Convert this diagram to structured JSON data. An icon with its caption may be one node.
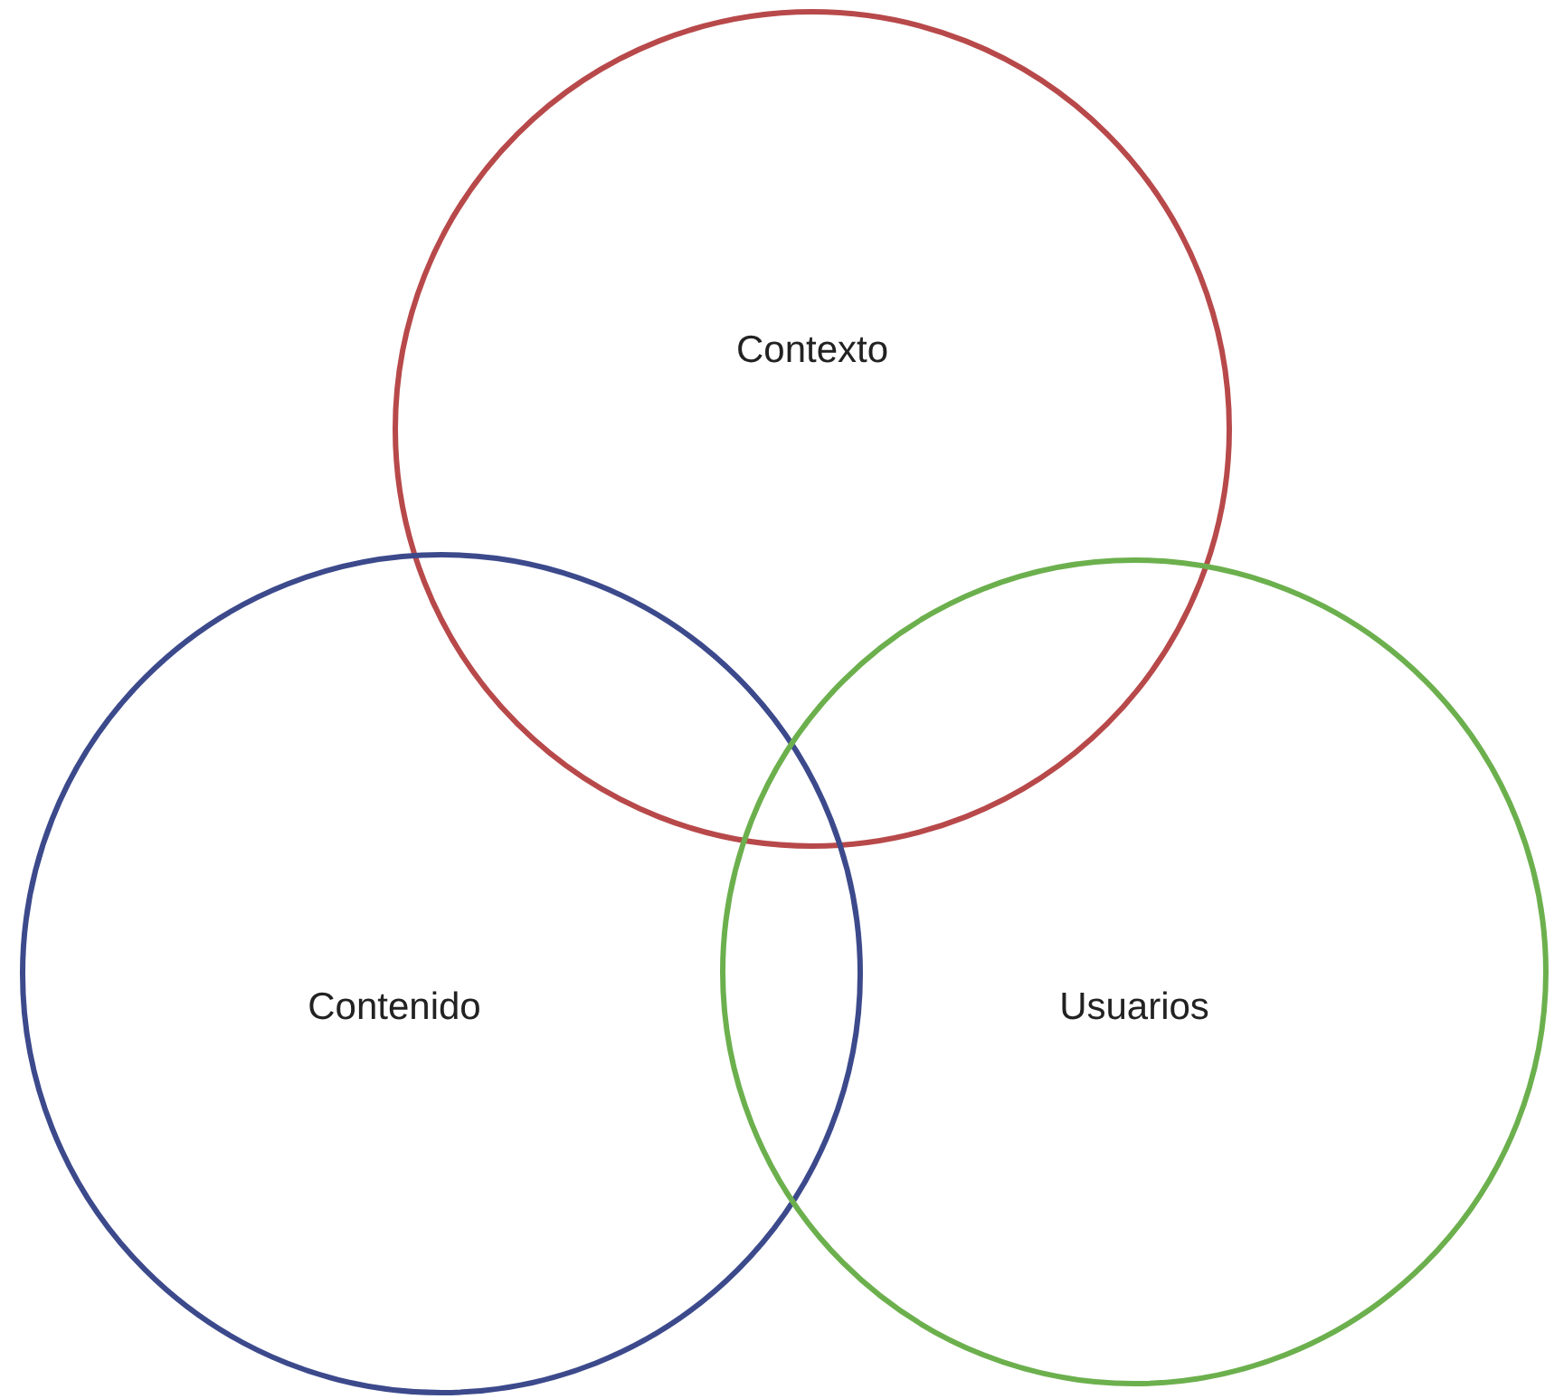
{
  "diagram": {
    "nodes": [
      {
        "text": [
          "Contexto"
        ]
      },
      {
        "text": [
          "Contenido"
        ]
      },
      {
        "text": [
          "Usuarios"
        ]
      }
    ]
  }
}
